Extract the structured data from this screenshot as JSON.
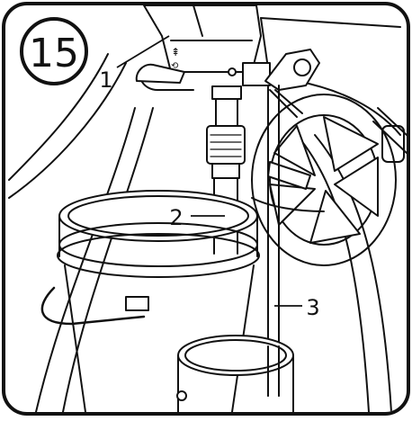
{
  "step": {
    "number": "15"
  },
  "callouts": [
    {
      "id": "1",
      "label": "1"
    },
    {
      "id": "2",
      "label": "2"
    },
    {
      "id": "3",
      "label": "3"
    }
  ],
  "colors": {
    "ink": "#111111",
    "paper": "#ffffff",
    "shade": "#e6e6e6"
  }
}
